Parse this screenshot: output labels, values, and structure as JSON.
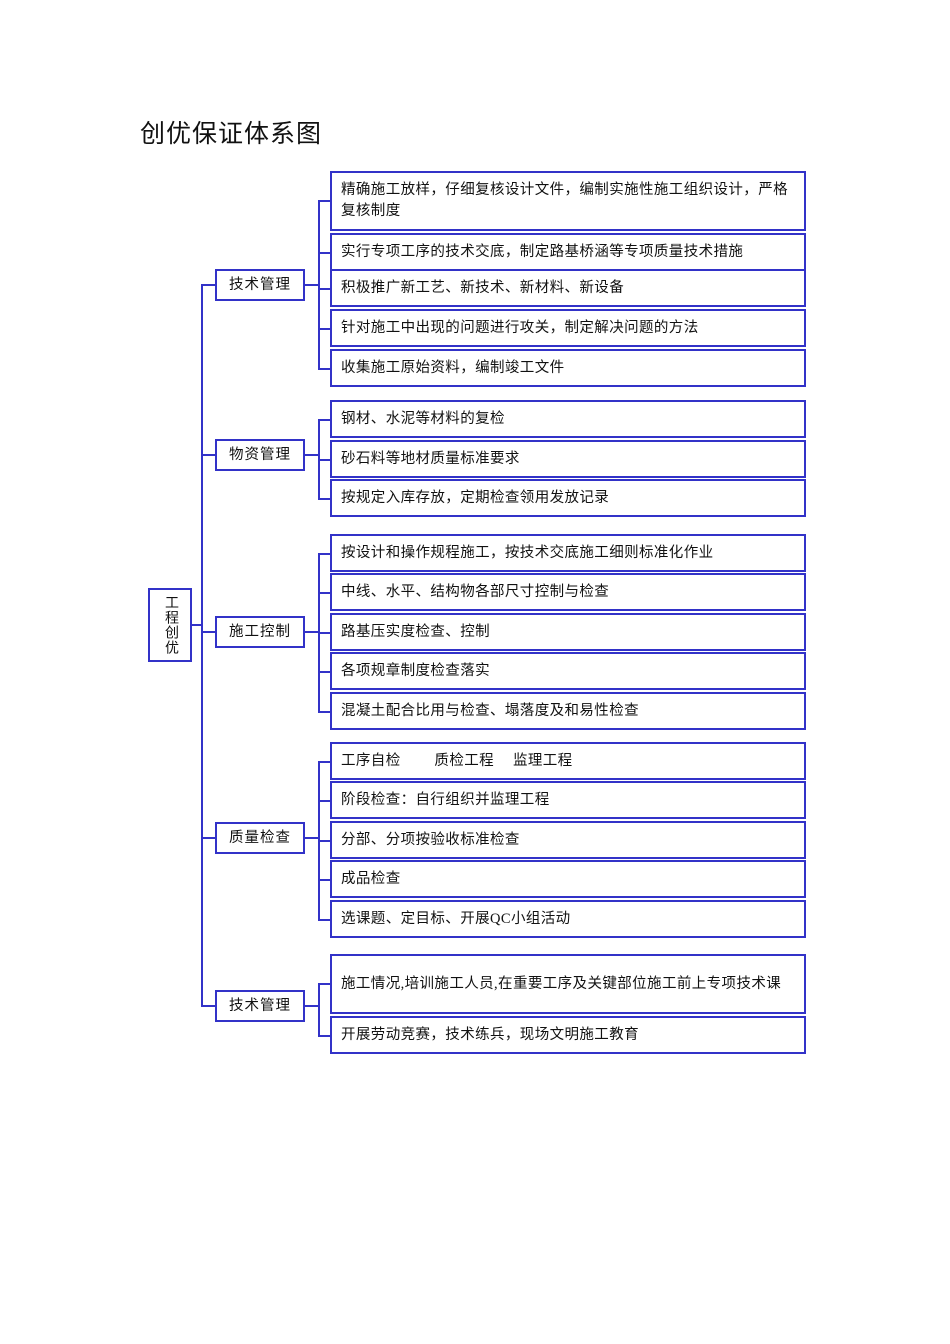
{
  "page": {
    "title": "创优保证体系图",
    "accent_color": "#3232c8",
    "text_color": "#111111",
    "background": "#ffffff"
  },
  "diagram": {
    "type": "tree",
    "root": {
      "label": "工程创优",
      "orientation": "vertical-text"
    },
    "branches": [
      {
        "label": "技术管理",
        "items": [
          "精确施工放样，仔细复核设计文件，编制实施性施工组织设计，严格复核制度",
          "实行专项工序的技术交底，制定路基桥涵等专项质量技术措施",
          "积极推广新工艺、新技术、新材料、新设备",
          "针对施工中出现的问题进行攻关，制定解决问题的方法",
          "收集施工原始资料，编制竣工文件"
        ]
      },
      {
        "label": "物资管理",
        "items": [
          "钢材、水泥等材料的复检",
          "砂石料等地材质量标准要求",
          "按规定入库存放，定期检查领用发放记录"
        ]
      },
      {
        "label": "施工控制",
        "items": [
          "按设计和操作规程施工，按技术交底施工细则标准化作业",
          "中线、水平、结构物各部尺寸控制与检查",
          "路基压实度检查、控制",
          "各项规章制度检查落实",
          "混凝土配合比用与检查、塌落度及和易性检查"
        ]
      },
      {
        "label": "质量检查",
        "items": [
          "工序自检　　 质检工程　 监理工程",
          "阶段检查：自行组织并监理工程",
          "分部、分项按验收标准检查",
          "成品检查",
          "选课题、定目标、开展QC小组活动"
        ]
      },
      {
        "label": "技术管理",
        "items": [
          "施工情况,培训施工人员,在重要工序及关键部位施工前上专项技术课",
          "开展劳动竞赛，技术练兵，现场文明施工教育"
        ]
      }
    ]
  }
}
